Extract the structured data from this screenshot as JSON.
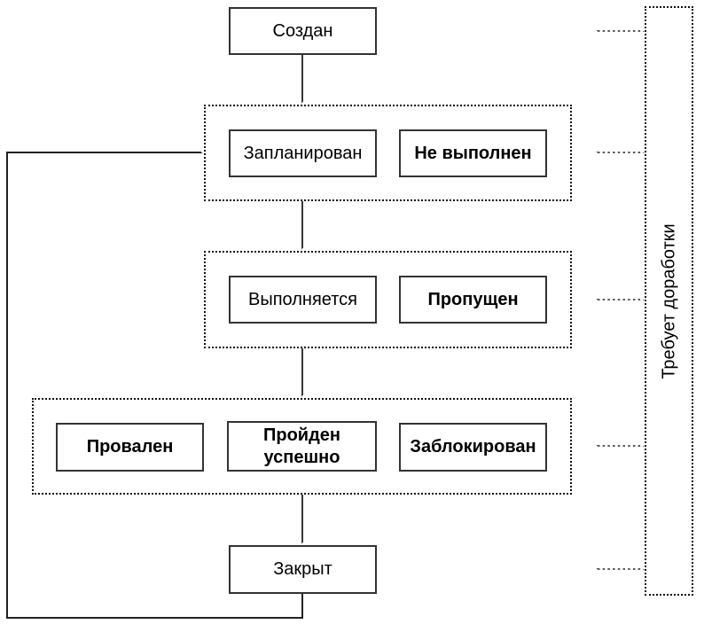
{
  "diagram_type": "state-flow-diagram",
  "language": "ru",
  "nodes": {
    "created": {
      "label": "Создан",
      "style": "normal"
    },
    "planned": {
      "label": "Запланирован",
      "style": "normal"
    },
    "not_executed": {
      "label": "Не выполнен",
      "style": "bold"
    },
    "executing": {
      "label": "Выполняется",
      "style": "normal"
    },
    "skipped": {
      "label": "Пропущен",
      "style": "bold"
    },
    "failed": {
      "label": "Провален",
      "style": "bold"
    },
    "passed": {
      "label": "Пройден успешно",
      "style": "bold"
    },
    "blocked": {
      "label": "Заблокирован",
      "style": "bold"
    },
    "closed": {
      "label": "Закрыт",
      "style": "normal"
    },
    "rework": {
      "label": "Требует доработки",
      "style": "normal"
    }
  },
  "edges": [
    {
      "from": "created",
      "to": "planned-group",
      "type": "solid-arrow"
    },
    {
      "from": "planned-group",
      "to": "executing-group",
      "type": "solid-arrow"
    },
    {
      "from": "executing-group",
      "to": "final-group",
      "type": "solid-arrow"
    },
    {
      "from": "final-group",
      "to": "closed",
      "type": "solid-arrow"
    },
    {
      "from": "closed",
      "to": "planned-group",
      "type": "solid-arrow-feedback-loop"
    },
    {
      "from": "created",
      "to": "rework",
      "type": "dashed-double-arrow"
    },
    {
      "from": "planned-group",
      "to": "rework",
      "type": "dashed-double-arrow"
    },
    {
      "from": "executing-group",
      "to": "rework",
      "type": "dashed-double-arrow"
    },
    {
      "from": "final-group",
      "to": "rework",
      "type": "dashed-double-arrow"
    },
    {
      "from": "closed",
      "to": "rework",
      "type": "dashed-double-arrow"
    }
  ],
  "colors": {
    "background": "#ffffff",
    "box_border": "#333333",
    "group_border": "#111111",
    "text": "#000000",
    "connector": "#222222"
  }
}
